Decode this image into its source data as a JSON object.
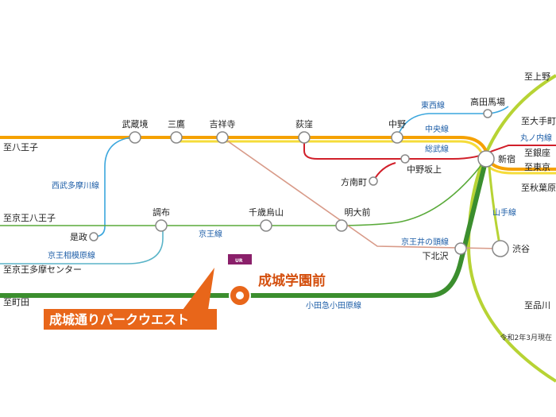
{
  "colors": {
    "chuo": "#f5a100",
    "chuo_yellow": "#f5dc3a",
    "sobu": "#ffd200",
    "tozai": "#3aa6dd",
    "marunouchi": "#d11f2a",
    "marunouchi_branch": "#d11f2a",
    "seibu_tamagawa": "#3aa6dd",
    "keio": "#5aaa3a",
    "sagamihara": "#5ab4c8",
    "inokashira": "#d89a88",
    "odakyu": "#3b8e2e",
    "yamanote": "#b7d334",
    "highlight": "#e8661a"
  },
  "stations": {
    "musashisakai": "武蔵境",
    "mitaka": "三鷹",
    "kichijoji": "吉祥寺",
    "ogikubo": "荻窪",
    "nakano": "中野",
    "takadanobaba": "高田馬場",
    "shinjuku": "新宿",
    "nakanosakaue": "中野坂上",
    "honancho": "方南町",
    "chofu": "調布",
    "chitosekarasuyama": "千歳烏山",
    "meidaimae": "明大前",
    "koremasa": "是政",
    "shimokitazawa": "下北沢",
    "shibuya": "渋谷",
    "seijogakuenmae": "成城学園前"
  },
  "destinations": {
    "hachioji": "至八王子",
    "keio_hachioji": "至京王八王子",
    "keio_tama_center": "至京王多摩センター",
    "machida": "至町田",
    "ueno": "至上野",
    "otemachi": "至大手町",
    "ginza": "至銀座",
    "tokyo": "至東京",
    "akihabara": "至秋葉原",
    "shinagawa": "至品川"
  },
  "lines": {
    "tozai": "東西線",
    "chuo": "中央線",
    "sobu": "総武線",
    "marunouchi": "丸ノ内線",
    "seibu_tamagawa": "西武多摩川線",
    "keio": "京王線",
    "sagamihara": "京王相模原線",
    "inokashira": "京王井の頭線",
    "yamanote": "山手線",
    "odakyu": "小田急小田原線"
  },
  "callout": {
    "label": "成城通りパークウエスト"
  },
  "logo": {
    "text": "UR"
  },
  "note": "令和2年3月現在"
}
